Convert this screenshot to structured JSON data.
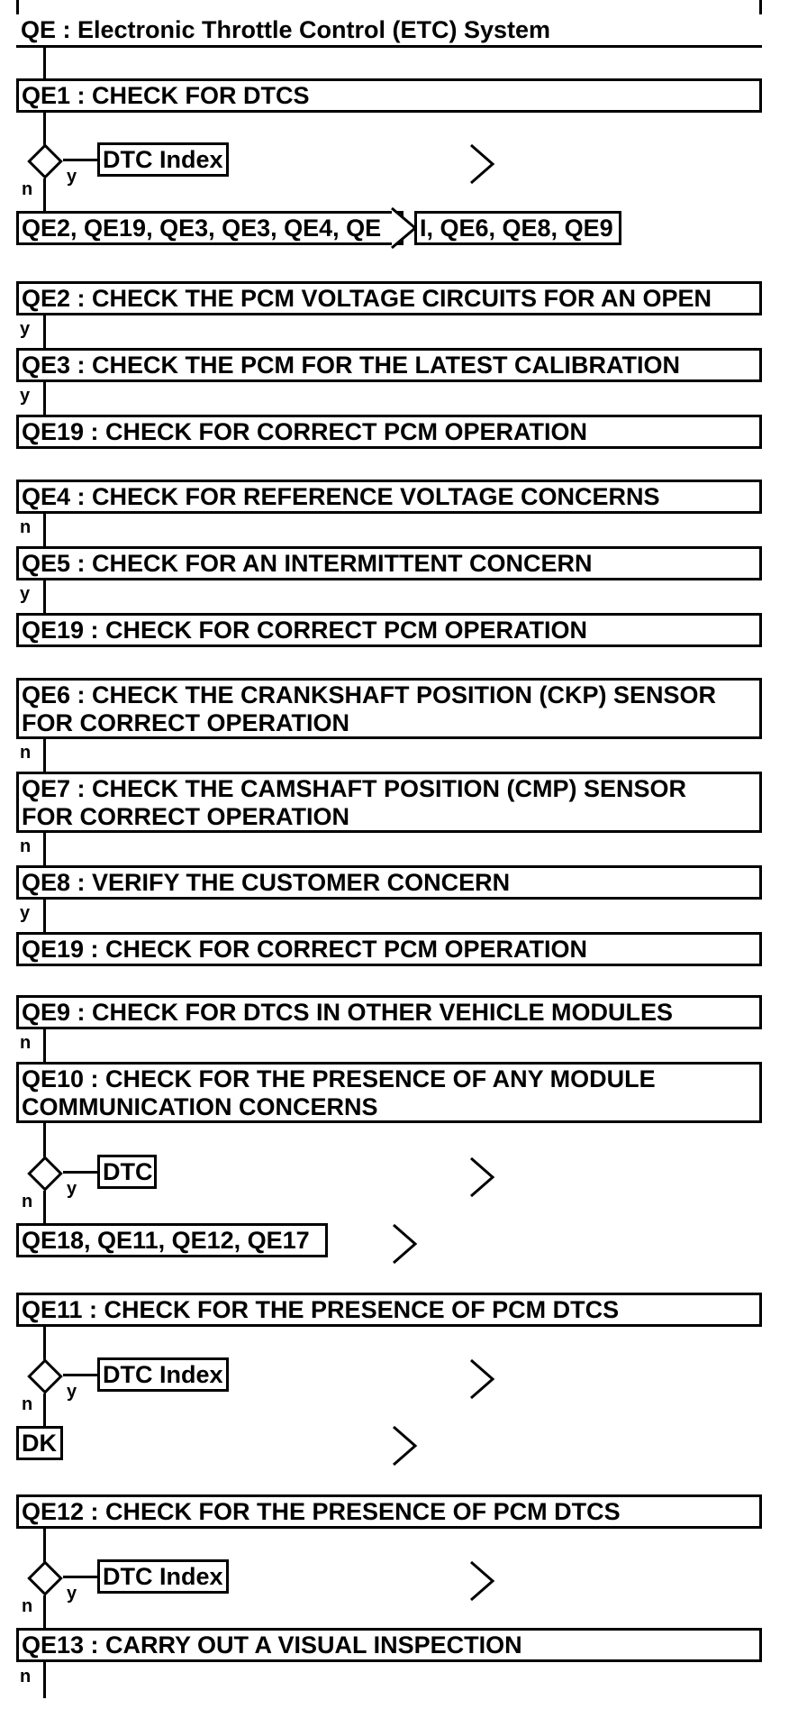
{
  "title": "QE : Electronic Throttle Control (ETC) System",
  "qe1": {
    "title": "QE1 : CHECK FOR DTCS",
    "yes_target": "DTC Index",
    "no_list_a": "QE2, QE19, QE3, QE3, QE4, QE",
    "no_list_b": "I, QE6, QE8, QE9"
  },
  "qe2": {
    "title": "QE2 : CHECK THE PCM VOLTAGE CIRCUITS FOR AN OPEN"
  },
  "qe3": {
    "title": "QE3 : CHECK THE PCM FOR THE LATEST CALIBRATION"
  },
  "qe19a": {
    "title": "QE19 : CHECK FOR CORRECT PCM OPERATION"
  },
  "qe4": {
    "title": "QE4 : CHECK FOR REFERENCE VOLTAGE CONCERNS"
  },
  "qe5": {
    "title": "QE5 : CHECK FOR AN INTERMITTENT CONCERN"
  },
  "qe19b": {
    "title": "QE19 : CHECK FOR CORRECT PCM OPERATION"
  },
  "qe6": {
    "line1": "QE6 : CHECK THE CRANKSHAFT POSITION (CKP) SENSOR",
    "line2": "FOR CORRECT OPERATION"
  },
  "qe7": {
    "line1": "QE7 : CHECK THE CAMSHAFT POSITION (CMP) SENSOR",
    "line2": "FOR CORRECT OPERATION"
  },
  "qe8": {
    "title": "QE8 : VERIFY THE CUSTOMER CONCERN"
  },
  "qe19c": {
    "title": "QE19 : CHECK FOR CORRECT PCM OPERATION"
  },
  "qe9": {
    "title": "QE9 : CHECK FOR DTCS IN OTHER VEHICLE MODULES"
  },
  "qe10": {
    "line1": "QE10 : CHECK FOR THE PRESENCE OF ANY MODULE",
    "line2": "COMMUNICATION CONCERNS",
    "yes_target": "DTC",
    "no_list": "QE18, QE11, QE12, QE17"
  },
  "qe11": {
    "title": "QE11 : CHECK FOR THE PRESENCE OF PCM DTCS",
    "yes_target": "DTC Index",
    "no_target": "DK"
  },
  "qe12": {
    "title": "QE12 : CHECK FOR THE PRESENCE OF PCM DTCS",
    "yes_target": "DTC Index"
  },
  "qe13": {
    "title": "QE13 : CARRY OUT A VISUAL INSPECTION"
  },
  "labels": {
    "y": "y",
    "n": "n"
  }
}
